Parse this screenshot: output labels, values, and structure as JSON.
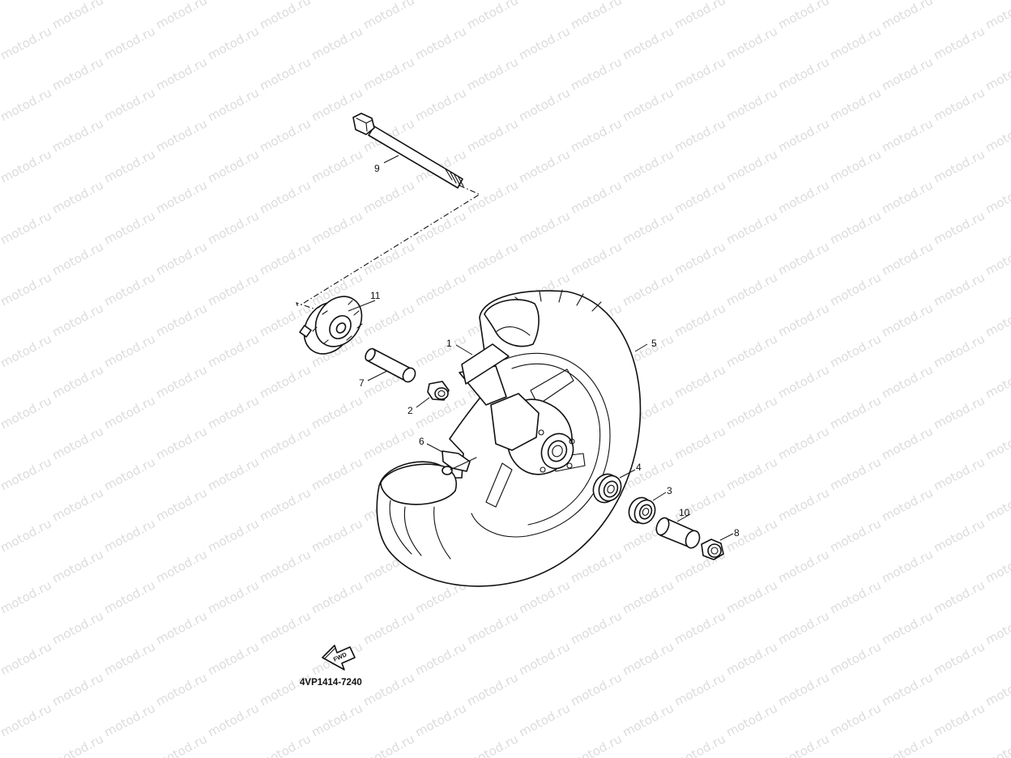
{
  "watermark": "motod.ru",
  "diagram_code": "4VP1414-7240",
  "fwd_arrow_label": "FWD",
  "callouts": {
    "c1": "1",
    "c2": "2",
    "c3": "3",
    "c4": "4",
    "c5": "5",
    "c6": "6",
    "c7": "7",
    "c8": "8",
    "c9": "9",
    "c10": "10",
    "c11": "11"
  },
  "colors": {
    "line": "#111111",
    "watermark": "#dcdcdc",
    "background": "#ffffff"
  }
}
